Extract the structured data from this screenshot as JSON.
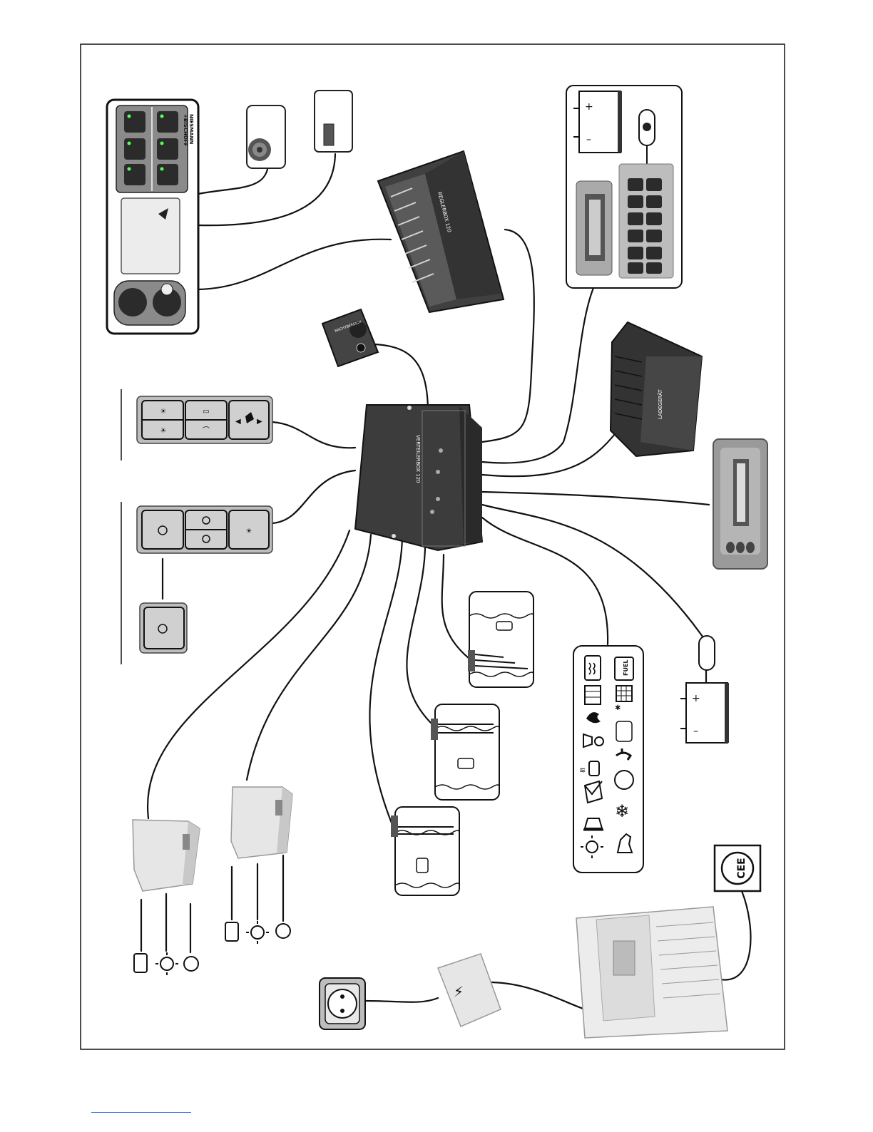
{
  "diagram": {
    "colors": {
      "frame": "#111111",
      "device_dark": "#3a3a3a",
      "device_mid": "#9a9a9a",
      "device_light": "#d8d8d8",
      "panel_gray": "#bdbdbd",
      "footnote_rule": "#3b6fd8"
    },
    "control_panel": {
      "brand_line1": "NIESMANN",
      "brand_line2": "+BISCHOFF"
    },
    "regulator": {
      "label": "REGLERBOX 120"
    },
    "distributor": {
      "label": "VERTEILERBOX 120"
    },
    "remote": {
      "label": "NACHTBEREICH"
    },
    "charger": {
      "label": "LADEGERÄT"
    },
    "battery_upper": {
      "plus": "+",
      "minus": "–"
    },
    "battery_lower": {
      "plus": "+",
      "minus": "–"
    },
    "fuel_label": "FUEL",
    "cee_label": "CEE",
    "lightning_symbol": "⚡",
    "symbols_panel": {
      "icons": [
        "boiler-icon",
        "heater-icon",
        "flame-icon",
        "pump-icon",
        "water-heater-icon",
        "awning-icon",
        "warning-light-icon",
        "light-icon",
        "fuel-icon",
        "solar-icon",
        "blank-icon",
        "tap-icon",
        "circle-icon",
        "snowflake-icon",
        "dog-icon"
      ]
    }
  }
}
